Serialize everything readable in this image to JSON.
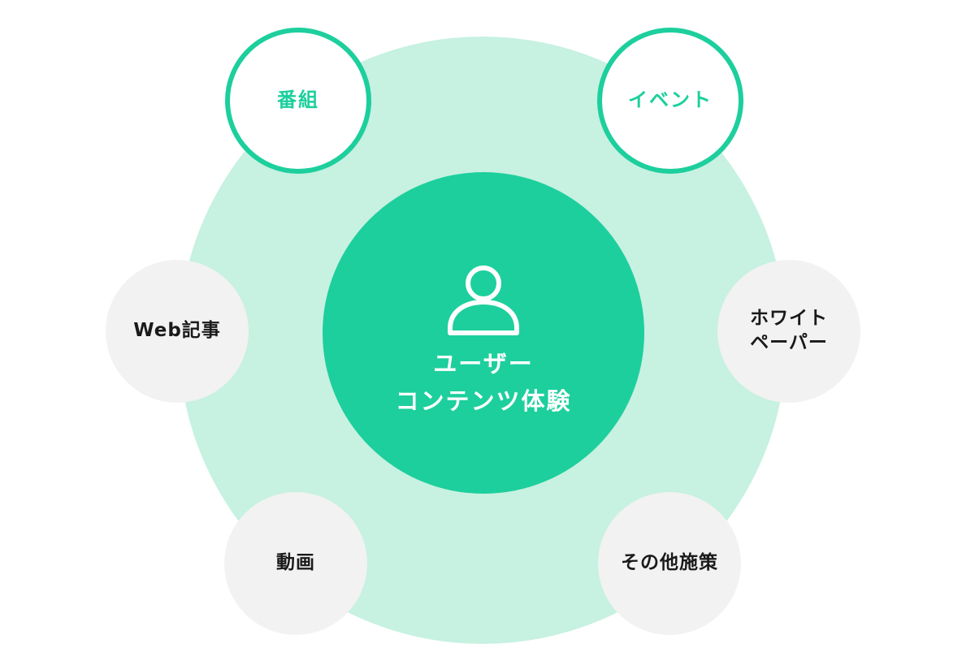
{
  "colors": {
    "accent": "#1dcf9d",
    "ring_fill": "#c7f1e1",
    "node_fill": "#f1f2f1",
    "node_text": "#1a1a1a",
    "white": "#ffffff"
  },
  "center": {
    "icon": "user-icon",
    "line1": "ユーザー",
    "line2": "コンテンツ体験"
  },
  "nodes": {
    "bangumi": {
      "label": "番組"
    },
    "event": {
      "label": "イベント"
    },
    "web_article": {
      "label": "Web記事"
    },
    "whitepaper": {
      "line1": "ホワイト",
      "line2": "ペーパー"
    },
    "video": {
      "label": "動画"
    },
    "other": {
      "label": "その他施策"
    }
  }
}
